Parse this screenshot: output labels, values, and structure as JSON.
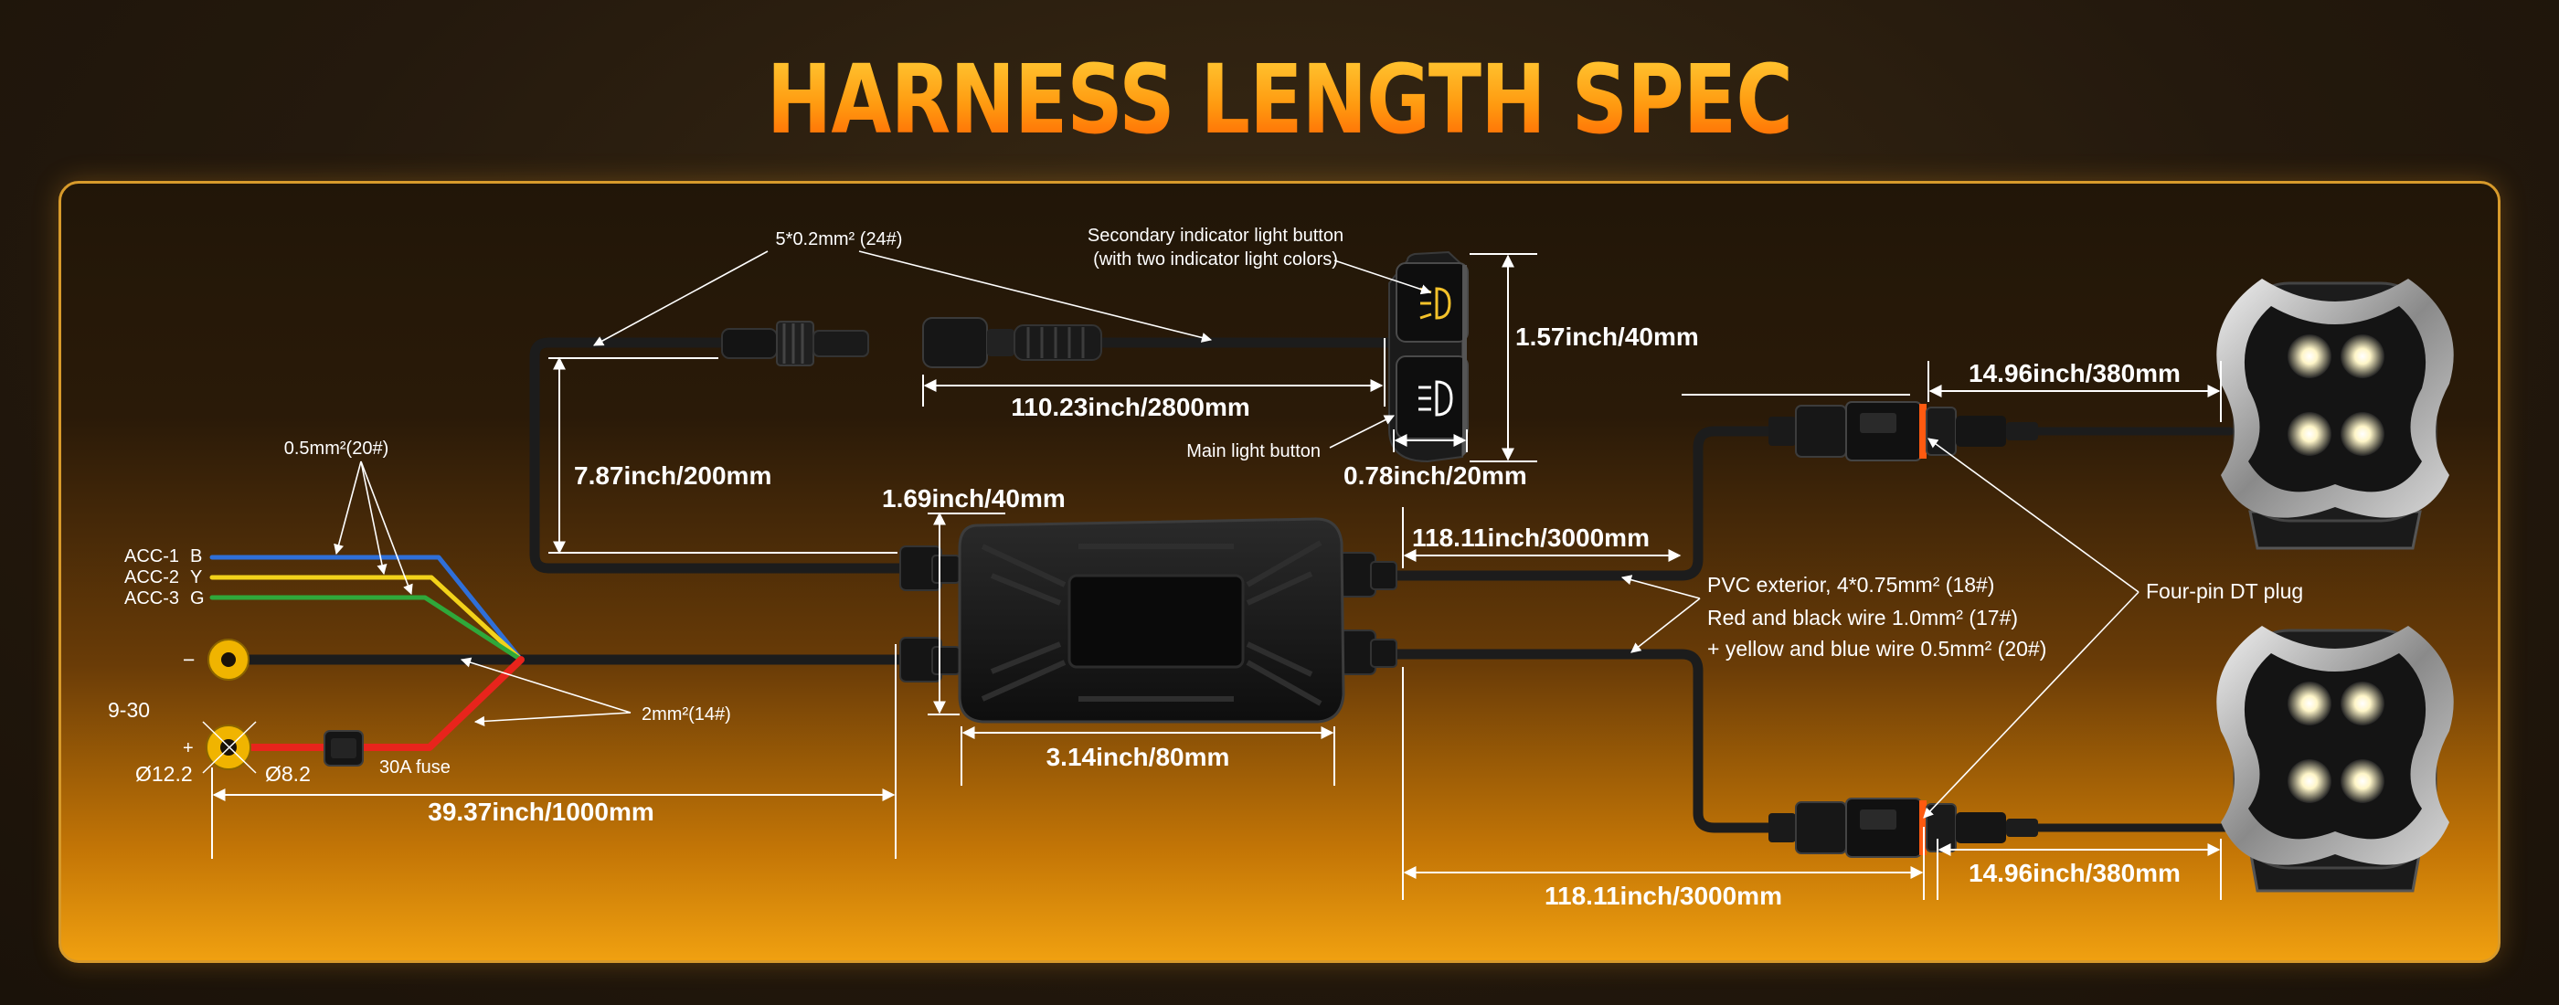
{
  "title": "HARNESS LENGTH SPEC",
  "labels": {
    "gauge_24": "5*0.2mm² (24#)",
    "secondary_btn_1": "Secondary indicator light button",
    "secondary_btn_2": "(with two indicator light colors)",
    "main_btn": "Main light button",
    "dim_button_height": "1.57inch/40mm",
    "dim_button_width": "0.78inch/20mm",
    "dim_switch_cable": "110.23inch/2800mm",
    "dim_riser": "7.87inch/200mm",
    "gauge_20": "0.5mm²(20#)",
    "acc1": "ACC-1",
    "acc1_c": "B",
    "acc2": "ACC-2",
    "acc2_c": "Y",
    "acc3": "ACC-3",
    "acc3_c": "G",
    "minus": "−",
    "plus": "+",
    "voltage": "9-30",
    "ring_big": "Ø12.2",
    "ring_small": "Ø8.2",
    "fuse": "30A fuse",
    "gauge_14": "2mm²(14#)",
    "dim_power": "39.37inch/1000mm",
    "dim_box_height": "1.69inch/40mm",
    "dim_box_width": "3.14inch/80mm",
    "dim_out_top": "118.11inch/3000mm",
    "dim_out_bottom": "118.11inch/3000mm",
    "dim_pigtail_top": "14.96inch/380mm",
    "dim_pigtail_bottom": "14.96inch/380mm",
    "pvc_1": "PVC exterior, 4*0.75mm² (18#)",
    "pvc_2": "Red and black wire 1.0mm² (17#)",
    "pvc_3": "+ yellow and blue wire 0.5mm² (20#)",
    "dt_plug": "Four-pin DT plug"
  },
  "colors": {
    "title_top": "#ffd23a",
    "title_bottom": "#ff5b00",
    "panel_border": "#d79a2b",
    "wire_blue": "#2f6fd8",
    "wire_yellow": "#f2d21a",
    "wire_green": "#2fa83a",
    "wire_red": "#e8241c",
    "cable": "#1c1c1c",
    "ring_terminal": "#f0b400",
    "plug_accent": "#ff5a10"
  }
}
